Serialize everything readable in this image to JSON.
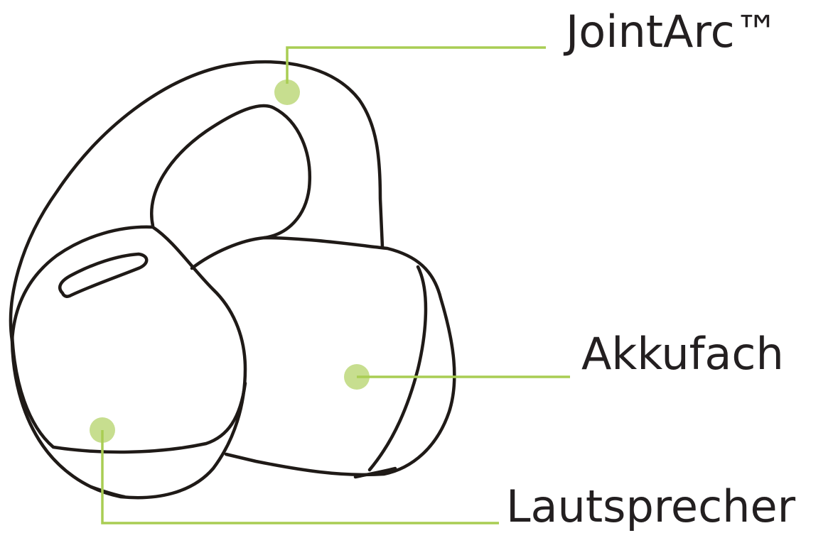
{
  "diagram": {
    "subject-icon": "open-ear-earbud-line-drawing",
    "accent_color": "#a9cd53",
    "line_color": "#1f1a17",
    "labels": {
      "joint_arc": "JointArc™",
      "battery": "Akkufach",
      "speaker": "Lautsprecher"
    }
  }
}
